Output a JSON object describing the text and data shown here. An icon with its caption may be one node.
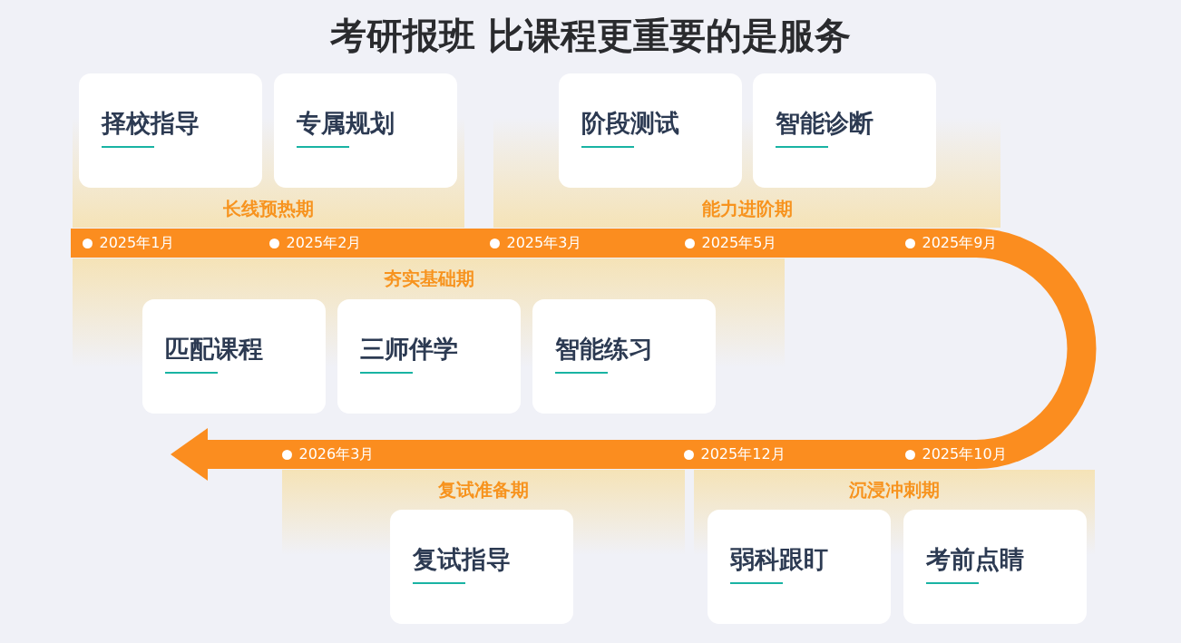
{
  "diagram": {
    "title": "考研报班 比课程更重要的是服务",
    "nodes": [
      {
        "text": [
          "长线预热期"
        ]
      },
      {
        "text": [
          "择校指导"
        ]
      },
      {
        "text": [
          "专属规划"
        ]
      },
      {
        "text": [
          "能力进阶期"
        ]
      },
      {
        "text": [
          "阶段测试"
        ]
      },
      {
        "text": [
          "智能诊断"
        ]
      },
      {
        "text": [
          "夯实基础期"
        ]
      },
      {
        "text": [
          "匹配课程"
        ]
      },
      {
        "text": [
          "三师伴学"
        ]
      },
      {
        "text": [
          "智能练习"
        ]
      },
      {
        "text": [
          "复试准备期"
        ]
      },
      {
        "text": [
          "复试指导"
        ]
      },
      {
        "text": [
          "沉浸冲刺期"
        ]
      },
      {
        "text": [
          "弱科跟盯"
        ]
      },
      {
        "text": [
          "考前点睛"
        ]
      }
    ],
    "labels": [
      "2025年1月",
      "2025年2月",
      "2025年3月",
      "2025年5月",
      "2025年9月",
      "2026年3月",
      "2025年12月",
      "2025年10月"
    ]
  }
}
